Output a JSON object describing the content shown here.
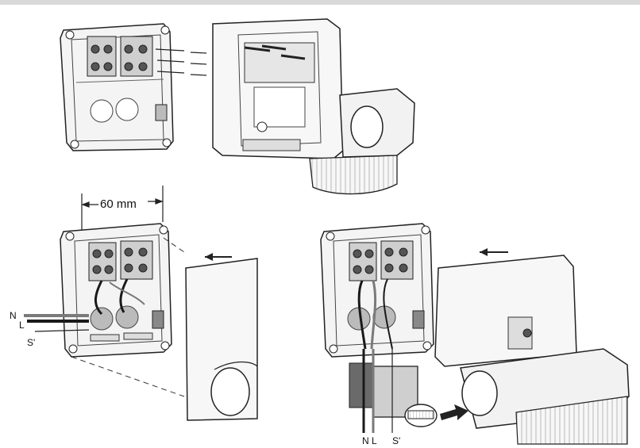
{
  "labels": {
    "dimension": "60 mm",
    "left_n": "N",
    "left_l": "L",
    "left_s": "S'",
    "right_n": "N",
    "right_l": "L",
    "right_s": "S'"
  },
  "colors": {
    "line": "#222222",
    "fill_light": "#f4f4f4",
    "fill_mid": "#cfcfcf",
    "fill_dark": "#8c8c8c",
    "terminal": "#555555",
    "wire_dark": "#1a1a1a",
    "wire_grey": "#7a7a7a",
    "arrow": "#222222"
  }
}
